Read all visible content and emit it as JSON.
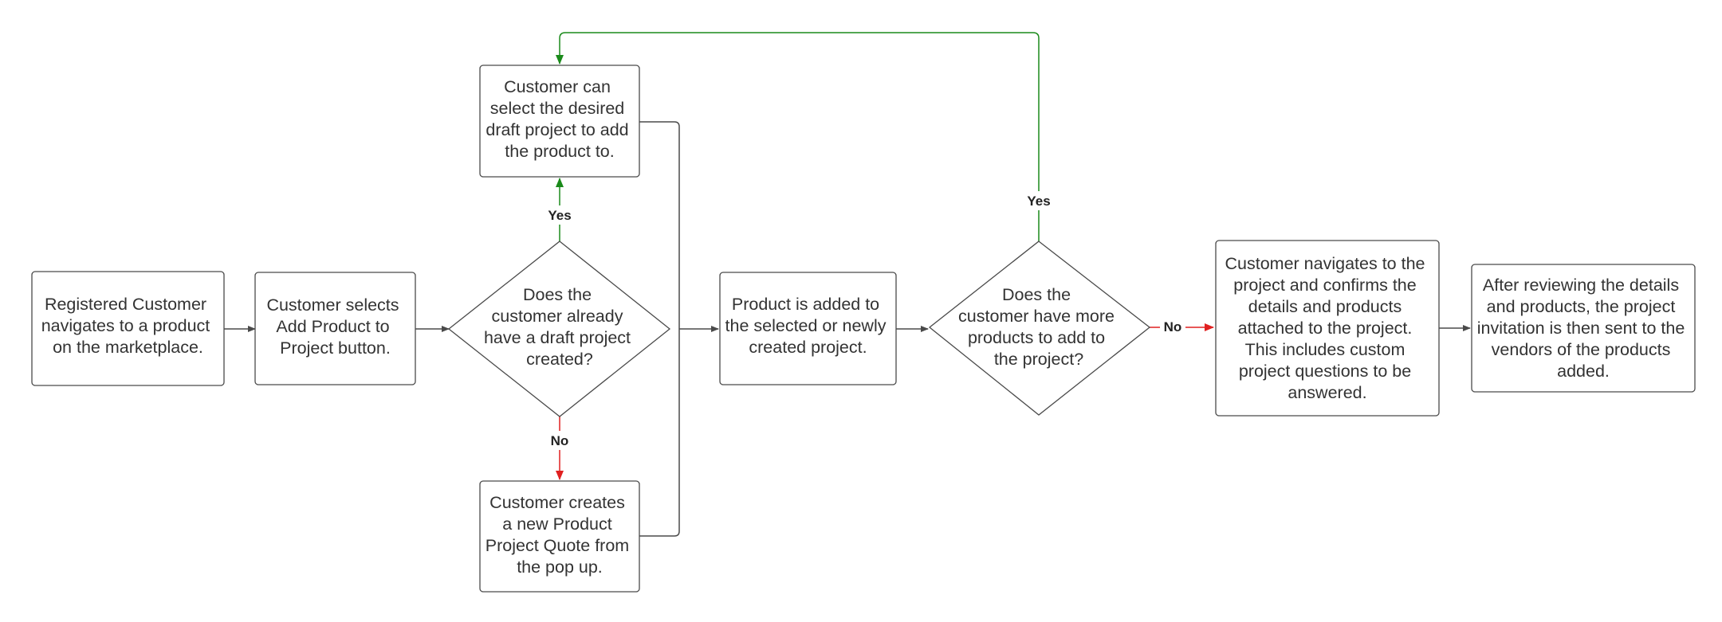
{
  "colors": {
    "neutral": "#4a4a4a",
    "yes": "#1a8a1a",
    "no": "#e02020",
    "text": "#333333"
  },
  "nodes": {
    "start": [
      "Registered Customer",
      "navigates to a product",
      "on the marketplace."
    ],
    "select_add": [
      "Customer selects",
      "Add Product to",
      "Project button."
    ],
    "decision_draft": [
      "Does the",
      "customer already",
      "have a draft project",
      "created?"
    ],
    "select_draft": [
      "Customer can",
      "select the desired",
      "draft project to add",
      "the product to."
    ],
    "create_new": [
      "Customer creates",
      "a new Product",
      "Project Quote from",
      "the pop up."
    ],
    "product_added": [
      "Product is added to",
      "the selected or newly",
      "created project."
    ],
    "decision_more": [
      "Does the",
      "customer have more",
      "products to add to",
      "the project?"
    ],
    "confirm_details": [
      "Customer navigates to the",
      "project and confirms the",
      "details and products",
      "attached to the project.",
      "This includes custom",
      "project questions to be",
      "answered."
    ],
    "send_invitation": [
      "After reviewing the details",
      "and products, the project",
      "invitation is then sent to the",
      "vendors of the products",
      "added."
    ]
  },
  "edge_labels": {
    "draft_yes": "Yes",
    "draft_no": "No",
    "more_yes": "Yes",
    "more_no": "No"
  }
}
